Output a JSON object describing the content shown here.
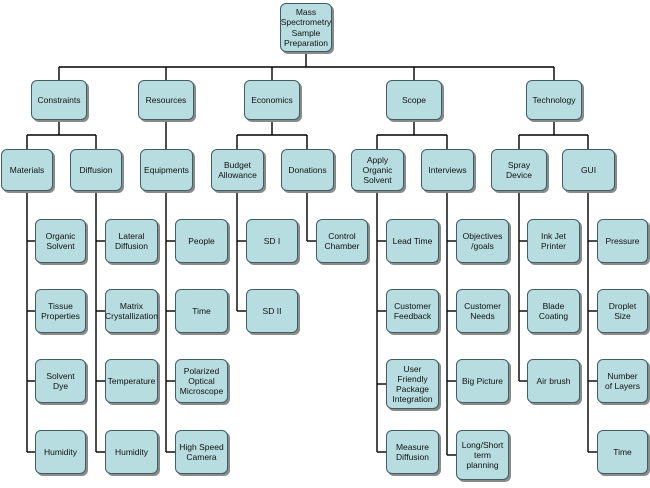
{
  "diagram": {
    "colors": {
      "node_fill": "#b8dde0",
      "node_border": "#3f5f63",
      "connector": "#000000"
    },
    "root": {
      "id": "root",
      "label": "Mass\nSpectrometry\nSample\nPreparation"
    },
    "categories": [
      {
        "id": "constraints",
        "label": "Constraints"
      },
      {
        "id": "resources",
        "label": "Resources"
      },
      {
        "id": "economics",
        "label": "Economics"
      },
      {
        "id": "scope",
        "label": "Scope"
      },
      {
        "id": "technology",
        "label": "Technology"
      }
    ],
    "subcategories": [
      {
        "id": "materials",
        "label": "Materials"
      },
      {
        "id": "diffusion",
        "label": "Diffusion"
      },
      {
        "id": "equipments",
        "label": "Equipments"
      },
      {
        "id": "budget",
        "label": "Budget\nAllowance"
      },
      {
        "id": "donations",
        "label": "Donations"
      },
      {
        "id": "apply",
        "label": "Apply\nOrganic\nSolvent"
      },
      {
        "id": "interviews",
        "label": "Interviews"
      },
      {
        "id": "spray",
        "label": "Spray Device"
      },
      {
        "id": "gui",
        "label": "GUI"
      }
    ],
    "leaves": {
      "materials": [
        "Organic\nSolvent",
        "Tissue\nProperties",
        "Solvent Dye",
        "Humidity"
      ],
      "diffusion": [
        "Lateral\nDiffusion",
        "Matrix\nCrystallization",
        "Temperature",
        "Humidity"
      ],
      "equipments": [
        "People",
        "Time",
        "Polarized\nOptical\nMicroscope",
        "High Speed\nCamera"
      ],
      "budget": [
        "SD I",
        "SD II"
      ],
      "donations": [
        "Control\nChamber"
      ],
      "apply": [
        "Lead Time",
        "Customer\nFeedback",
        "User Friendly\nPackage\nIntegration",
        "Measure\nDiffusion"
      ],
      "interviews": [
        "Objectives\n/goals",
        "Customer\nNeeds",
        "Big Picture",
        "Long/Short\nterm\nplanning"
      ],
      "spray": [
        "Ink Jet\nPrinter",
        "Blade\nCoating",
        "Air brush"
      ],
      "gui": [
        "Pressure",
        "Droplet Size",
        "Number\nof Layers",
        "Time"
      ]
    }
  }
}
